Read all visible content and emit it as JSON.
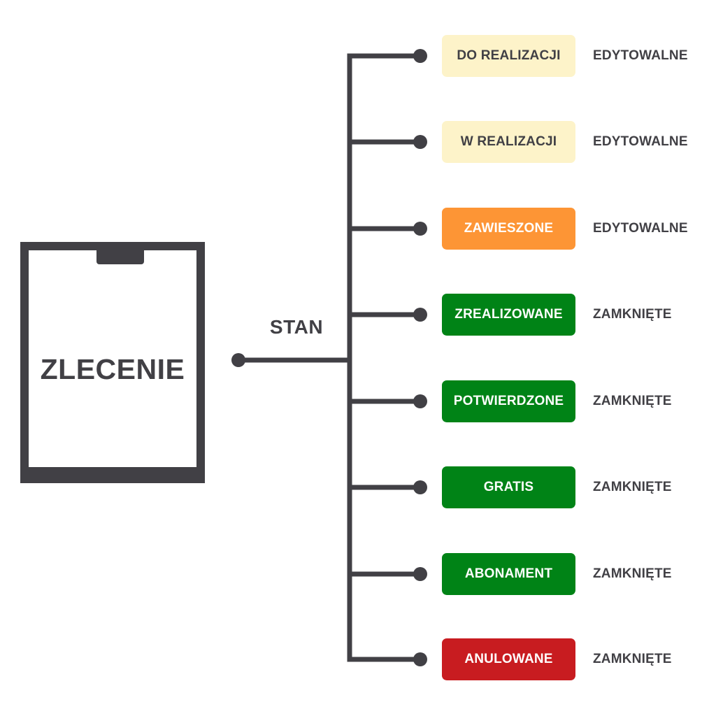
{
  "document": {
    "title": "ZLECENIE"
  },
  "connector": {
    "label": "STAN"
  },
  "colors": {
    "line": "#414045",
    "pending": "#fdf3c9",
    "suspended": "#fd9535",
    "closed_green": "#008316",
    "cancelled": "#c81c20",
    "text_dark": "#414045",
    "text_light": "#ffffff"
  },
  "statuses": [
    {
      "label": "DO REALIZACJI",
      "mode": "EDYTOWALNE",
      "bg": "#fdf3c9",
      "fg": "#414045"
    },
    {
      "label": "W REALIZACJI",
      "mode": "EDYTOWALNE",
      "bg": "#fdf3c9",
      "fg": "#414045"
    },
    {
      "label": "ZAWIESZONE",
      "mode": "EDYTOWALNE",
      "bg": "#fd9535",
      "fg": "#ffffff"
    },
    {
      "label": "ZREALIZOWANE",
      "mode": "ZAMKNIĘTE",
      "bg": "#008316",
      "fg": "#ffffff"
    },
    {
      "label": "POTWIERDZONE",
      "mode": "ZAMKNIĘTE",
      "bg": "#008316",
      "fg": "#ffffff"
    },
    {
      "label": "GRATIS",
      "mode": "ZAMKNIĘTE",
      "bg": "#008316",
      "fg": "#ffffff"
    },
    {
      "label": "ABONAMENT",
      "mode": "ZAMKNIĘTE",
      "bg": "#008316",
      "fg": "#ffffff"
    },
    {
      "label": "ANULOWANE",
      "mode": "ZAMKNIĘTE",
      "bg": "#c81c20",
      "fg": "#ffffff"
    }
  ]
}
